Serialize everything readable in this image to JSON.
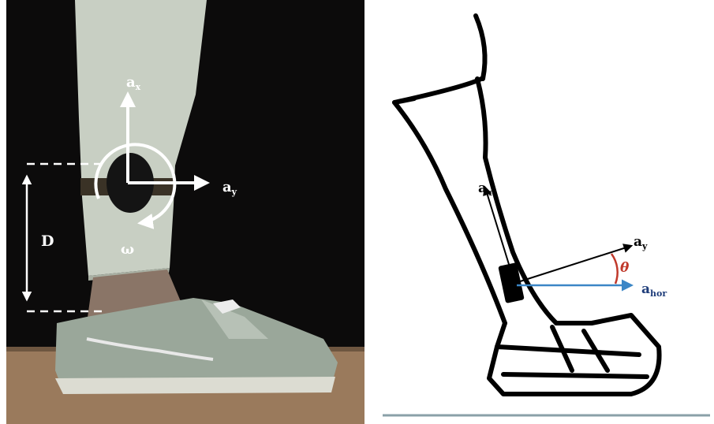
{
  "photo_panel": {
    "accel_x_label": {
      "base": "a",
      "sub": "x"
    },
    "accel_y_label": {
      "base": "a",
      "sub": "y"
    },
    "distance_label": "D",
    "angular_velocity_label": "ω"
  },
  "sketch_panel": {
    "accel_x_label": {
      "base": "a",
      "sub": "x"
    },
    "accel_y_label": {
      "base": "a",
      "sub": "y"
    },
    "angle_label": "θ",
    "horizontal_accel_label": {
      "base": "a",
      "sub": "hor"
    }
  },
  "colors": {
    "photo_background": "#0c0b0b",
    "floor": "#9a7a5c",
    "pants": "#c8cfc3",
    "shoe": "#9aa79a",
    "sensor": "#141414",
    "annotation_white": "#ffffff",
    "sketch_outline": "#000000",
    "angle_arc": "#c0392b",
    "horizontal_arrow": "#3b86c6",
    "hor_label": "#1f3d7a",
    "ground_line": "#8aa0a8"
  }
}
